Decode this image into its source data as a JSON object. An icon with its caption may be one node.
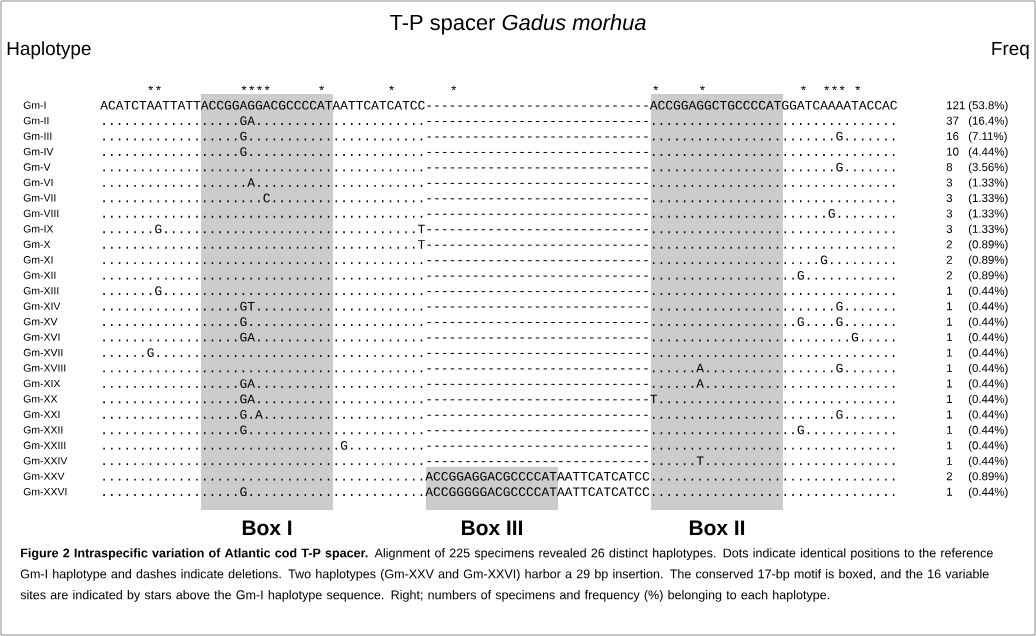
{
  "diagram": {
    "title": "T-P spacer *Gadus morhua*",
    "caption": "**Figure 2 Intraspecific variation of Atlantic cod T-P spacer.** Alignment of 225 specimens revealed 26 distinct haplotypes. Dots indicate identical positions to the reference Gm-I haplotype and dashes indicate deletions. Two haplotypes (Gm-XXV and Gm-XXVI) harbor a 29 bp insertion. The conserved 17-bp motif is boxed, and the 16 variable sites are indicated by stars above the Gm-I haplotype sequence. Right; numbers of specimens and frequency (%) belonging to each haplotype.",
    "labels": [
      "Haplotype",
      "Freq",
      "**",
      "****",
      "*",
      "*",
      "*",
      "*",
      "*",
      "*",
      "***",
      "*",
      "Gm-I",
      "ACATCTAATTATTACCGGAGGACGCCCCATAATTCATCATCC-----------------------------ACCGGAGGCTGCCCCATGGATCAAAATACCAC",
      "121",
      "(53.8%)",
      "Gm-II",
      "..................GA......................-----------------------------................................",
      "37",
      "(16.4%)",
      "Gm-III",
      "..................G.......................-----------------------------........................G.......",
      "16",
      "(7.11%)",
      "Gm-IV",
      "..................G.......................-----------------------------................................",
      "10",
      "(4.44%)",
      "Gm-V",
      "..........................................-----------------------------........................G.......",
      "8",
      "(3.56%)",
      "Gm-VI",
      "...................A......................-----------------------------................................",
      "3",
      "(1.33%)",
      "Gm-VII",
      ".....................C....................-----------------------------................................",
      "3",
      "(1.33%)",
      "Gm-VIII",
      "..........................................-----------------------------.......................G........",
      "3",
      "(1.33%)",
      "Gm-IX",
      ".......G.................................T-----------------------------................................",
      "3",
      "(1.33%)",
      "Gm-X",
      ".........................................T-----------------------------................................",
      "2",
      "(0.89%)",
      "Gm-XI",
      "..........................................-----------------------------......................G.........",
      "2",
      "(0.89%)",
      "Gm-XII",
      "..........................................-----------------------------...................G............",
      "2",
      "(0.89%)",
      "Gm-XIII",
      ".......G..................................-----------------------------................................",
      "1",
      "(0.44%)",
      "Gm-XIV",
      "..................GT......................-----------------------------........................G.......",
      "1",
      "(0.44%)",
      "Gm-XV",
      "..................G.......................-----------------------------...................G....G.......",
      "1",
      "(0.44%)",
      "Gm-XVI",
      "..................GA......................-----------------------------..........................G.....",
      "1",
      "(0.44%)",
      "Gm-XVII",
      "......G...................................-----------------------------................................",
      "1",
      "(0.44%)",
      "Gm-XVIII",
      "..........................................-----------------------------......A.................G.......",
      "1",
      "(0.44%)",
      "Gm-XIX",
      "..................GA......................-----------------------------......A.........................",
      "1",
      "(0.44%)",
      "Gm-XX",
      "..................GA......................-----------------------------T...............................",
      "1",
      "(0.44%)",
      "Gm-XXI",
      "..................G.A.....................-----------------------------........................G.......",
      "1",
      "(0.44%)",
      "Gm-XXII",
      "..................G.......................-----------------------------...................G............",
      "1",
      "(0.44%)",
      "Gm-XXIII",
      "...............................G..........-----------------------------................................",
      "1",
      "(0.44%)",
      "Gm-XXIV",
      "..........................................-----------------------------......T.........................",
      "1",
      "(0.44%)",
      "Gm-XXV",
      "..........................................ACCGGAGGACGCCCCATAATTCATCATCC................................",
      "2",
      "(0.89%)",
      "Gm-XXVI",
      "..................G.......................ACCGGGGGACGCCCCATAATTCATCATCC................................",
      "1",
      "(0.44%)"
    ],
    "nodes": [
      {
        "text": [
          "Box I"
        ]
      },
      {
        "text": [
          "Box III"
        ]
      },
      {
        "text": [
          "Box II"
        ]
      }
    ]
  }
}
